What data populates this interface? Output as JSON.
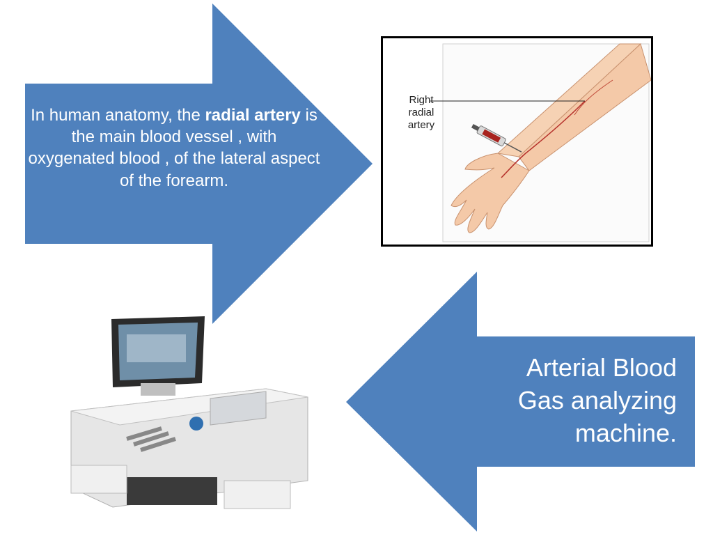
{
  "slide": {
    "callout_top": {
      "pre": "In human anatomy, the ",
      "bold1": "radial",
      "mid1": " ",
      "bold2": "artery",
      "post": " is the main blood vessel , with oxygenated blood , of the lateral aspect of the forearm."
    },
    "callout_bottom": {
      "line1": "Arterial Blood",
      "line2": "Gas analyzing",
      "line3": "machine."
    },
    "arm_image": {
      "label_line1": "Right",
      "label_line2": "radial",
      "label_line3": "artery"
    },
    "colors": {
      "arrow_fill": "#4f81bd",
      "arrow_text": "#ffffff",
      "frame_border": "#000000"
    }
  }
}
